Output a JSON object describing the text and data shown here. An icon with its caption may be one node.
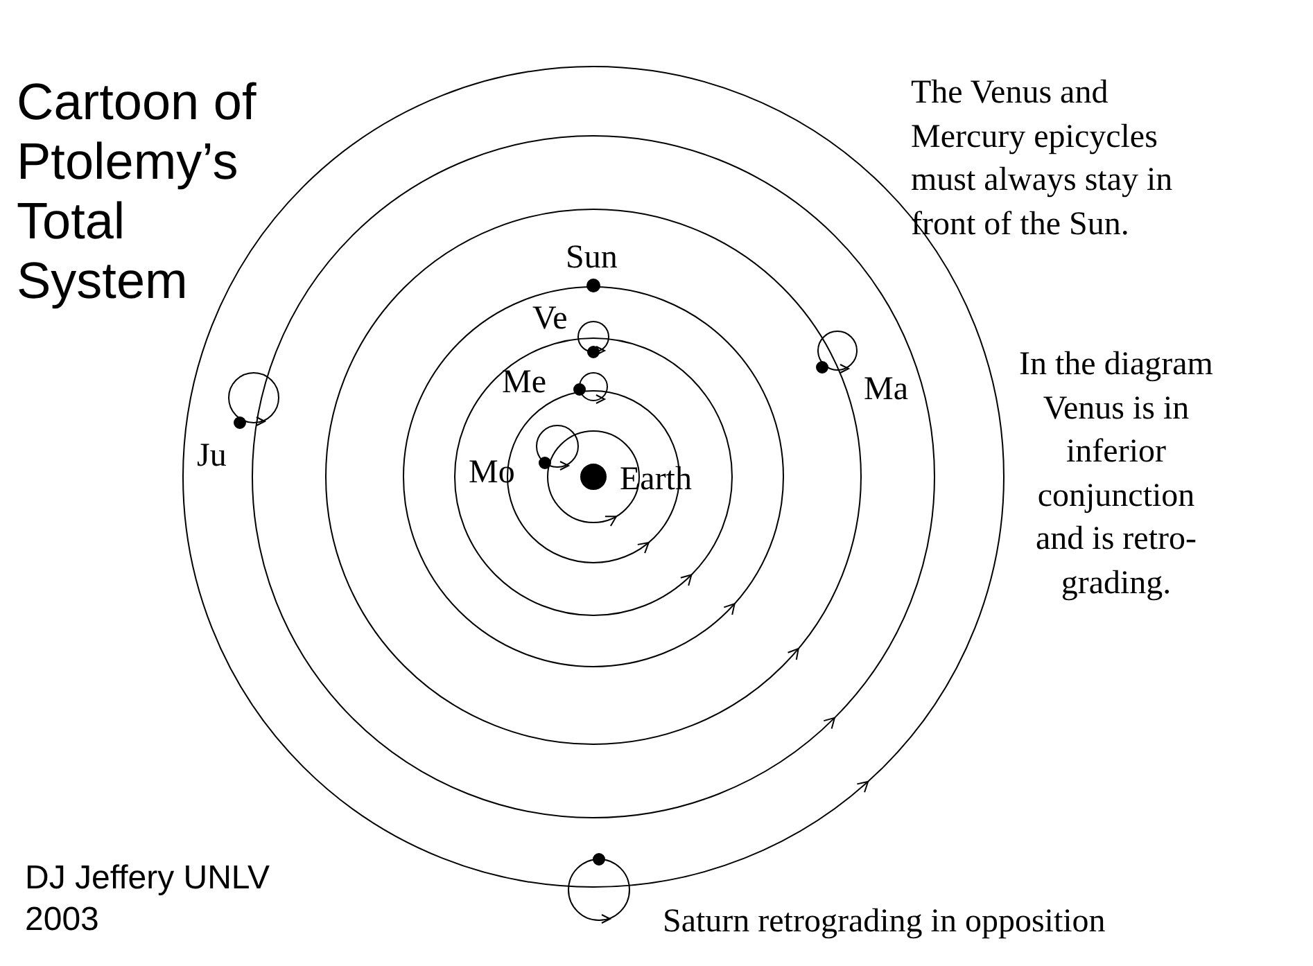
{
  "diagram": {
    "title": "Cartoon of Ptolemy’s Total System",
    "labels": [
      "The Venus and Mercury epicycles must always stay in front of the Sun.",
      "Sun",
      "Ve",
      "Me",
      "In the diagram Venus is in inferior conjunction and is retro-grading.",
      "Ma",
      "Ju",
      "Mo",
      "Earth",
      "DJ Jeffery UNLV 2003",
      "Saturn retrograding in opposition"
    ]
  }
}
